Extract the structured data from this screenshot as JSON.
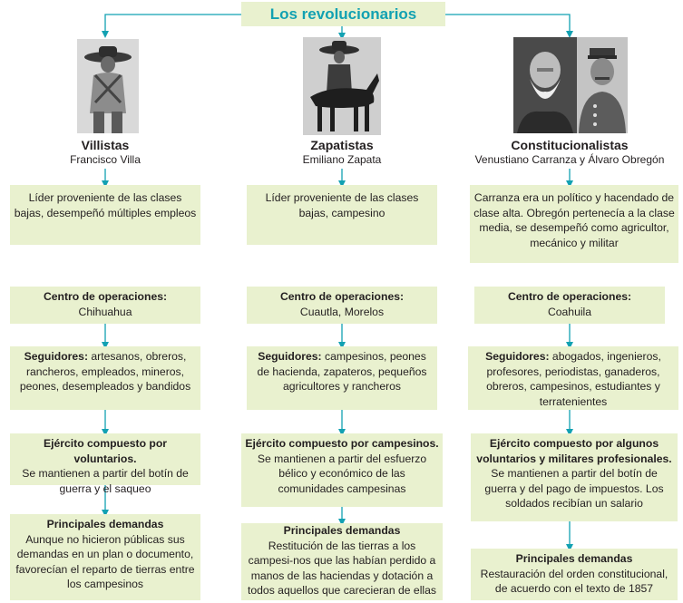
{
  "title": "Los revolucionarios",
  "colors": {
    "accent": "#12a1b2",
    "box_fill": "#e9f1cf"
  },
  "columns": [
    {
      "name": "Villistas",
      "leader": "Francisco Villa",
      "origin": "Líder proveniente de las clases bajas, desempeñó múltiples empleos",
      "ops_label": "Centro de operaciones:",
      "ops_value": "Chihuahua",
      "followers_label": "Seguidores:",
      "followers_value": " artesanos, obreros, rancheros, empleados, mineros, peones, desempleados y bandidos",
      "army_label": "Ejército compuesto por voluntarios.",
      "army_value": "Se mantienen a partir del botín de guerra y el saqueo",
      "demands_label": "Principales demandas",
      "demands_value": "Aunque no hicieron públicas sus demandas en un plan o documento, favorecían el reparto de tierras entre los campesinos"
    },
    {
      "name": "Zapatistas",
      "leader": "Emiliano Zapata",
      "origin": "Líder proveniente de las clases bajas, campesino",
      "ops_label": "Centro de operaciones:",
      "ops_value": "Cuautla, Morelos",
      "followers_label": "Seguidores:",
      "followers_value": " campesinos, peones de hacienda, zapateros, pequeños agricultores y rancheros",
      "army_label": "Ejército compuesto por campesinos.",
      "army_value": "Se mantienen a partir del esfuerzo bélico y económico de las comunidades campesinas",
      "demands_label": "Principales demandas",
      "demands_value": "Restitución de las tierras a los campesi-nos que las habían perdido a manos de las haciendas y dotación a todos aquellos que carecieran de ellas"
    },
    {
      "name": "Constitucionalistas",
      "leader": "Venustiano Carranza y Álvaro Obregón",
      "origin": "Carranza era un político y hacendado de clase alta. Obregón pertenecía a la clase media, se desempeñó como agricultor, mecánico y militar",
      "ops_label": "Centro de operaciones:",
      "ops_value": "Coahuila",
      "followers_label": "Seguidores:",
      "followers_value": " abogados, ingenieros, profesores, periodistas, ganaderos, obreros, campesinos, estudiantes y terratenientes",
      "army_label": "Ejército compuesto por algunos voluntarios y militares profesionales.",
      "army_value": "Se mantienen a partir del botín de guerra y del pago de impuestos. Los soldados recibían un salario",
      "demands_label": "Principales demandas",
      "demands_value": "Restauración del orden constitucional, de acuerdo con el texto de 1857"
    }
  ]
}
